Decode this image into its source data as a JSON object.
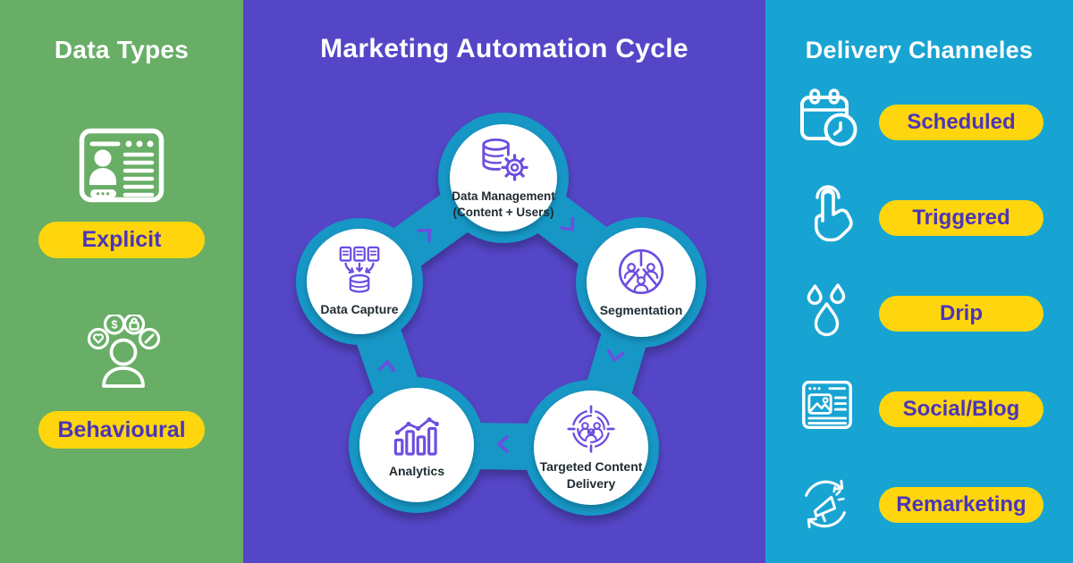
{
  "colors": {
    "left_bg": "#68AE66",
    "center_bg": "#5546C8",
    "right_bg": "#18A4D2",
    "cycle_band": "#1697C5",
    "node_circle": "#FFFFFF",
    "pill_bg": "#FFD60D",
    "pill_text": "#4C35B8",
    "icon_purple": "#6C4EE0",
    "icon_white": "#FFFFFF",
    "node_label": "#1E2A31",
    "title_text": "#FFFFFF"
  },
  "left_panel": {
    "title": "Data Types",
    "items": [
      {
        "icon": "profile-card-icon",
        "label": "Explicit"
      },
      {
        "icon": "person-symbols-icon",
        "label": "Behavioural"
      }
    ]
  },
  "center_panel": {
    "title": "Marketing Automation Cycle",
    "nodes": [
      {
        "id": "data-management",
        "icon": "database-gear-icon",
        "line1": "Data Management",
        "line2": "(Content + Users)"
      },
      {
        "id": "data-capture",
        "icon": "docs-to-database-icon",
        "line1": "Data Capture",
        "line2": ""
      },
      {
        "id": "segmentation",
        "icon": "segmented-users-icon",
        "line1": "Segmentation",
        "line2": ""
      },
      {
        "id": "analytics",
        "icon": "bar-line-chart-icon",
        "line1": "Analytics",
        "line2": ""
      },
      {
        "id": "targeted-content-delivery",
        "icon": "target-users-icon",
        "line1": "Targeted Content",
        "line2": "Delivery"
      }
    ],
    "arrows": [
      "chevron-northeast",
      "chevron-southeast",
      "chevron-down",
      "chevron-left",
      "chevron-up"
    ]
  },
  "right_panel": {
    "title": "Delivery Channeles",
    "items": [
      {
        "icon": "calendar-clock-icon",
        "label": "Scheduled"
      },
      {
        "icon": "tap-finger-icon",
        "label": "Triggered"
      },
      {
        "icon": "water-drops-icon",
        "label": "Drip"
      },
      {
        "icon": "browser-image-icon",
        "label": "Social/Blog"
      },
      {
        "icon": "megaphone-refresh-icon",
        "label": "Remarketing"
      }
    ]
  }
}
